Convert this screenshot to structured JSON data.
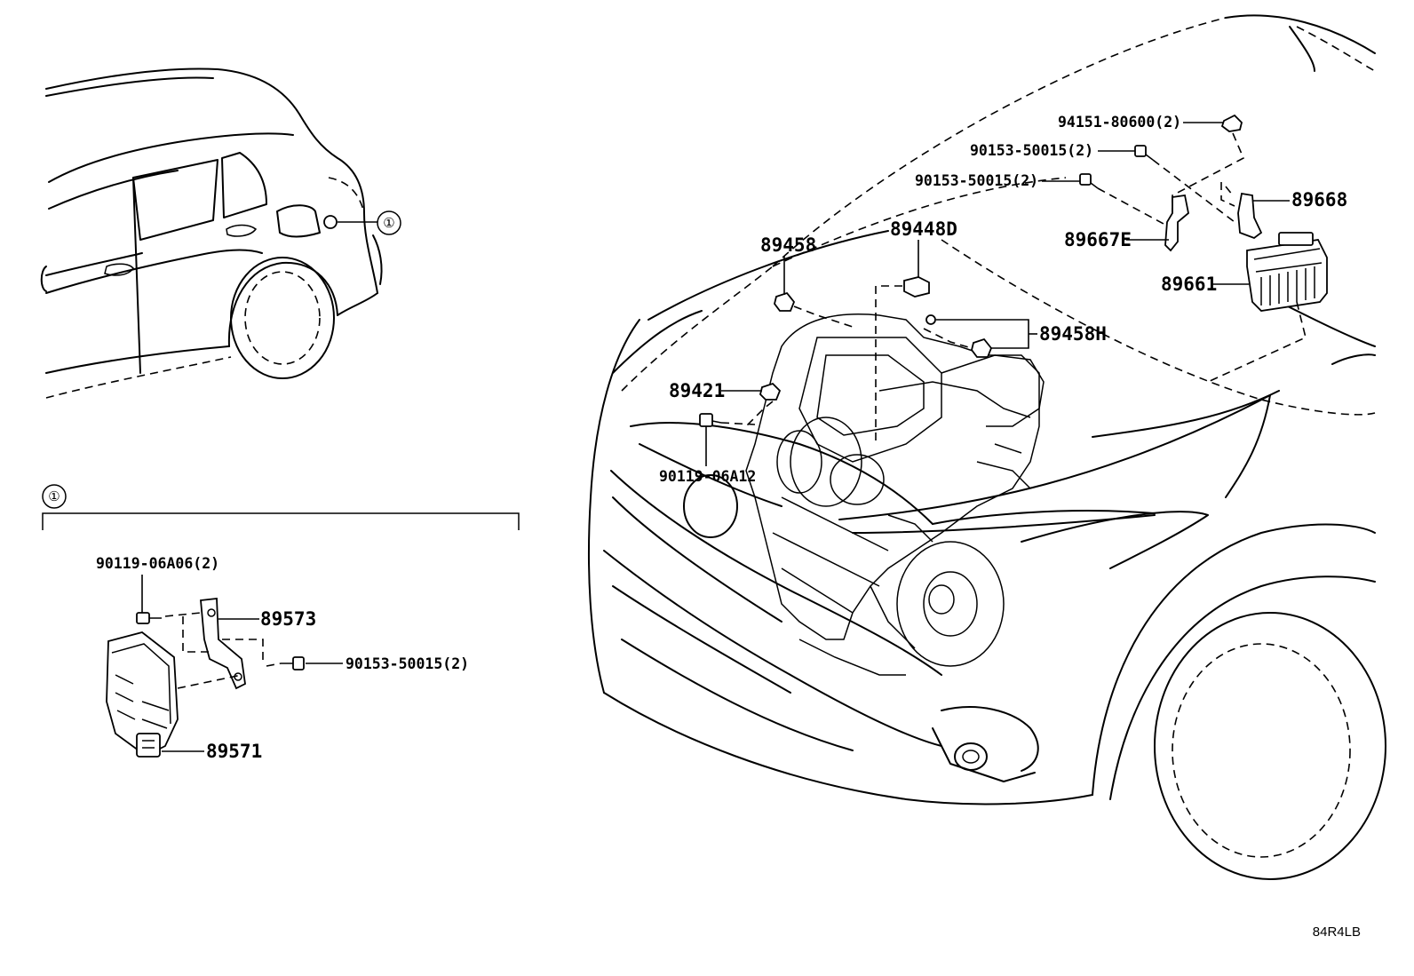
{
  "diagram_code": "84R4LB",
  "callout_symbol": "①",
  "labels": {
    "p94151_80600": "94151-80600(2)",
    "p90153_50015_a": "90153-50015(2)",
    "p90153_50015_b": "90153-50015(2)",
    "p89668": "89668",
    "p89667E": "89667E",
    "p89661": "89661",
    "p89458": "89458",
    "p89448D": "89448D",
    "p89458H": "89458H",
    "p89421": "89421",
    "p90119_06A12": "90119-06A12",
    "p90119_06A06": "90119-06A06(2)",
    "p89573": "89573",
    "p90153_50015_c": "90153-50015(2)",
    "p89571": "89571"
  }
}
